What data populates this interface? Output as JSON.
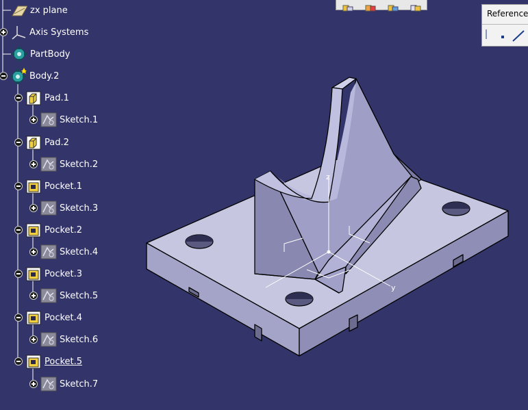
{
  "tree": {
    "items": [
      {
        "label": "zx plane",
        "icon": "plane-icon",
        "toggle": "none"
      },
      {
        "label": "Axis Systems",
        "icon": "axis-systems-icon",
        "toggle": "plus"
      },
      {
        "label": "PartBody",
        "icon": "body-gear-icon",
        "toggle": "none"
      },
      {
        "label": "Body.2",
        "icon": "body-gear-star-icon",
        "toggle": "minus"
      },
      {
        "label": "Pad.1",
        "icon": "pad-icon",
        "toggle": "minus"
      },
      {
        "label": "Sketch.1",
        "icon": "sketch-icon",
        "toggle": "plus"
      },
      {
        "label": "Pad.2",
        "icon": "pad-icon",
        "toggle": "minus"
      },
      {
        "label": "Sketch.2",
        "icon": "sketch-icon",
        "toggle": "plus"
      },
      {
        "label": "Pocket.1",
        "icon": "pocket-icon",
        "toggle": "minus"
      },
      {
        "label": "Sketch.3",
        "icon": "sketch-icon",
        "toggle": "plus"
      },
      {
        "label": "Pocket.2",
        "icon": "pocket-icon",
        "toggle": "minus"
      },
      {
        "label": "Sketch.4",
        "icon": "sketch-icon",
        "toggle": "plus"
      },
      {
        "label": "Pocket.3",
        "icon": "pocket-icon",
        "toggle": "minus"
      },
      {
        "label": "Sketch.5",
        "icon": "sketch-icon",
        "toggle": "plus"
      },
      {
        "label": "Pocket.4",
        "icon": "pocket-icon",
        "toggle": "minus"
      },
      {
        "label": "Sketch.6",
        "icon": "sketch-icon",
        "toggle": "plus"
      },
      {
        "label": "Pocket.5",
        "icon": "pocket-icon",
        "toggle": "minus",
        "selected": true
      },
      {
        "label": "Sketch.7",
        "icon": "sketch-icon",
        "toggle": "plus"
      }
    ]
  },
  "reference_toolbar": {
    "title": "Reference ..",
    "buttons": [
      "point-icon",
      "line-icon"
    ]
  },
  "top_toolbar": {
    "buttons": [
      "boolean-assemble-icon",
      "boolean-add-icon",
      "boolean-remove-icon",
      "boolean-intersect-icon"
    ]
  },
  "viewport": {
    "axis_labels": {
      "z": "z",
      "y": "y"
    },
    "colors": {
      "background": "#33346a",
      "part_top": "#c8c8e2",
      "part_side": "#9c9cc2",
      "part_dark": "#6c6c90",
      "edge": "#000000"
    }
  }
}
